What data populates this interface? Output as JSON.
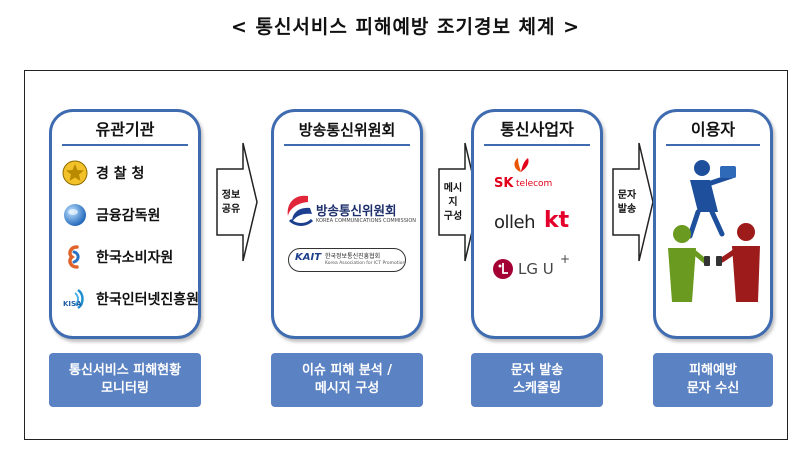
{
  "title": "< 통신서비스 피해예방 조기경보 체계 >",
  "stages": [
    {
      "heading": "유관기관",
      "agencies": [
        {
          "name": "경 찰 청",
          "icon": "police-emblem-icon"
        },
        {
          "name": "금융감독원",
          "icon": "fss-logo-icon"
        },
        {
          "name": "한국소비자원",
          "icon": "kca-logo-icon"
        },
        {
          "name": "한국인터넷진흥원",
          "icon": "kisa-logo-icon"
        }
      ],
      "footer": [
        "통신서비스 피해현황",
        "모니터링"
      ]
    },
    {
      "heading": "방송통신위원회",
      "logo_text": "방송통신위원회",
      "logo_subtext": "KOREA COMMUNICATIONS COMMISSION",
      "kait_text": "KAIT",
      "kait_label": "한국정보통신진흥협회",
      "kait_sublabel": "Korea Association for ICT Promotion",
      "footer": [
        "이슈 피해 분석 /",
        "메시지 구성"
      ]
    },
    {
      "heading": "통신사업자",
      "carriers": {
        "sk": "SK",
        "sk_sub": "telecom",
        "olleh": "olleh",
        "kt": "kt",
        "lgu": "LG U",
        "lgu_plus": "+"
      },
      "footer": [
        "문자 발송",
        "스케줄링"
      ]
    },
    {
      "heading": "이용자",
      "footer": [
        "피해예방",
        "문자 수신"
      ]
    }
  ],
  "arrows": [
    {
      "lines": [
        "정보",
        "공유"
      ]
    },
    {
      "lines": [
        "메시지",
        "구성"
      ]
    },
    {
      "lines": [
        "문자",
        "발송"
      ]
    }
  ],
  "colors": {
    "card_border": "#3f6bb0",
    "pill_fill": "#5b82c2",
    "sk_orange": "#ea5504",
    "sk_red": "#e2001a",
    "kt_red": "#e4002b",
    "lg_magenta": "#a50034",
    "user_blue": "#1d4f9c",
    "user_green": "#6a9a1f",
    "user_red": "#9e1b1b"
  }
}
